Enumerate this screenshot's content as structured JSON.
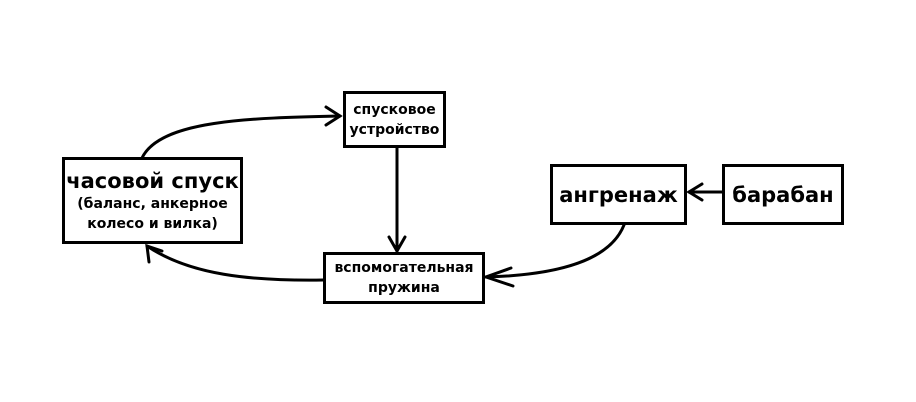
{
  "nodes": {
    "escapement": {
      "title": "часовой спуск",
      "subtitle_line1": "(баланс, анкерное",
      "subtitle_line2": "колесо и вилка)"
    },
    "trigger": {
      "line1": "спусковое",
      "line2": "устройство"
    },
    "aux_spring": {
      "line1": "вспомогательная",
      "line2": "пружина"
    },
    "gear_train": {
      "label": "ангренаж"
    },
    "barrel": {
      "label": "барабан"
    }
  },
  "edges": [
    {
      "from": "escapement",
      "to": "trigger"
    },
    {
      "from": "trigger",
      "to": "aux_spring"
    },
    {
      "from": "aux_spring",
      "to": "escapement"
    },
    {
      "from": "gear_train",
      "to": "aux_spring"
    },
    {
      "from": "barrel",
      "to": "gear_train"
    }
  ]
}
